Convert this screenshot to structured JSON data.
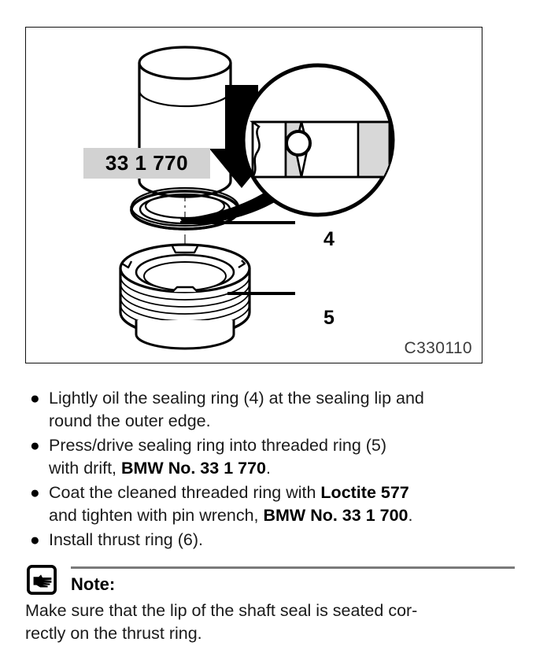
{
  "figure": {
    "part_badge_label": "33 1 770",
    "callout_sealing_ring": "4",
    "callout_threaded_ring": "5",
    "figure_code": "C330110",
    "icons": {
      "press_arrow": "down-arrow-icon",
      "magnifier": "magnifier-detail-icon",
      "centerline": "centerline-icon"
    }
  },
  "steps": [
    {
      "bullet": "●",
      "lines": [
        [
          {
            "t": "Lightly oil the sealing ring (4) at the sealing lip and",
            "b": false
          }
        ],
        [
          {
            "t": "round the outer edge.",
            "b": false
          }
        ]
      ]
    },
    {
      "bullet": "●",
      "lines": [
        [
          {
            "t": "Press/drive sealing ring into threaded ring (5)",
            "b": false
          }
        ],
        [
          {
            "t": "with drift, ",
            "b": false
          },
          {
            "t": "BMW No. 33 1 770",
            "b": true
          },
          {
            "t": ".",
            "b": false
          }
        ]
      ]
    },
    {
      "bullet": "●",
      "lines": [
        [
          {
            "t": "Coat the cleaned threaded ring with ",
            "b": false
          },
          {
            "t": "Loctite 577",
            "b": true
          }
        ],
        [
          {
            "t": "and tighten with pin wrench, ",
            "b": false
          },
          {
            "t": "BMW No. 33 1 700",
            "b": true
          },
          {
            "t": ".",
            "b": false
          }
        ]
      ]
    },
    {
      "bullet": "●",
      "lines": [
        [
          {
            "t": "Install thrust ring (6).",
            "b": false
          }
        ]
      ]
    }
  ],
  "note": {
    "icon": "pointing-hand-icon",
    "label": "Note:",
    "lines": [
      "Make sure that the lip of the shaft seal is seated cor-",
      "rectly on the thrust ring."
    ]
  },
  "colors": {
    "badge_background": "#d2d2d2",
    "detail_fill": "#d8d8d8",
    "rule": "#7a7a7a",
    "ink": "#000000"
  }
}
